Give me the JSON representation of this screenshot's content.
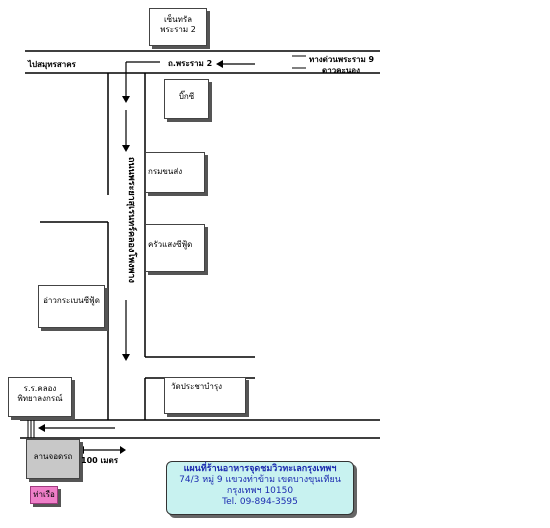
{
  "landmarks": {
    "central": {
      "line1": "เซ็นทรัล",
      "line2": "พระราม 2"
    },
    "bigc": "บิ๊กซี",
    "fishery": "กรมขนส่ง",
    "kitchen": "ครัวแสงซีฟู้ด",
    "bay": "อ่าวกระเบนซีฟู้ด",
    "temple": "วัดประชาบำรุง",
    "school": {
      "line1": "ร.ร.คลอง",
      "line2": "พิทยาลงกรณ์"
    },
    "parking": "ลานจอดรถ",
    "pier": "ท่าเรือ"
  },
  "roads": {
    "rama2": "ถ.พระราม 2",
    "to_samut": "ไปสมุทรสาคร",
    "to_rama9_line1": "ทางด่วนพระราม 9",
    "to_rama9_line2": "ดาวคะนอง",
    "vertical": "ถนนพระยาสุเรนทร์คลองโพงพาง",
    "distance": "100 เมตร"
  },
  "info": {
    "title": "แผนที่ร้านอาหารจุดชมวิวทะเลกรุงเทพฯ",
    "address1": "74/3 หมู่ 9 แขวงท่าข้าม เขตบางขุนเทียน",
    "address2": "กรุงเทพฯ 10150",
    "tel": "Tel. 09-894-3595"
  },
  "colors": {
    "info_bg": "#c8f2f0",
    "pier": "#ee7fc8",
    "parking": "#c8c8c8"
  }
}
